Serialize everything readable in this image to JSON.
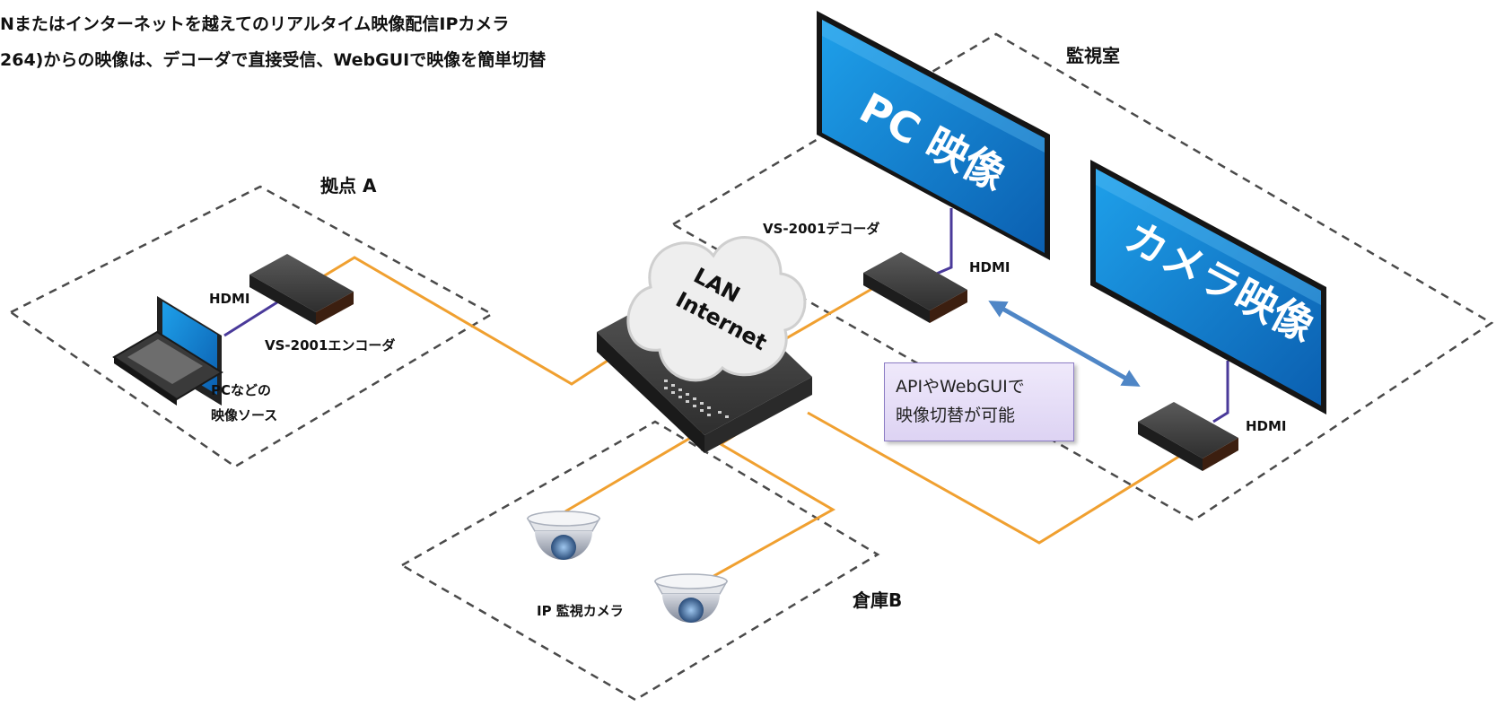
{
  "heading": {
    "line1": "Nまたはインターネットを越えてのリアルタイム映像配信IPカメラ",
    "line2": "264)からの映像は、デコーダで直接受信、WebGUIで映像を簡単切替"
  },
  "zones": {
    "site_a": "拠点 A",
    "monitor_room": "監視室",
    "warehouse_b": "倉庫B"
  },
  "devices": {
    "encoder": "VS-2001エンコーダ",
    "decoder": "VS-2001デコーダ",
    "pc_source_line1": "PCなどの",
    "pc_source_line2": "映像ソース",
    "ip_camera": "IP 監視カメラ"
  },
  "links": {
    "hdmi_encoder": "HDMI",
    "hdmi_decoder": "HDMI",
    "hdmi_camera_monitor": "HDMI"
  },
  "network": {
    "line1": "LAN",
    "line2": "Internet"
  },
  "screens": {
    "pc_video": "PC 映像",
    "camera_video": "カメラ映像"
  },
  "callout": {
    "line1": "APIやWebGUIで",
    "line2": "映像切替が可能"
  },
  "colors": {
    "cable": "#f0a030",
    "hdmi_cable": "#4a3a9a",
    "arrow": "#4f86c6",
    "screen": "#1f8fd8"
  }
}
